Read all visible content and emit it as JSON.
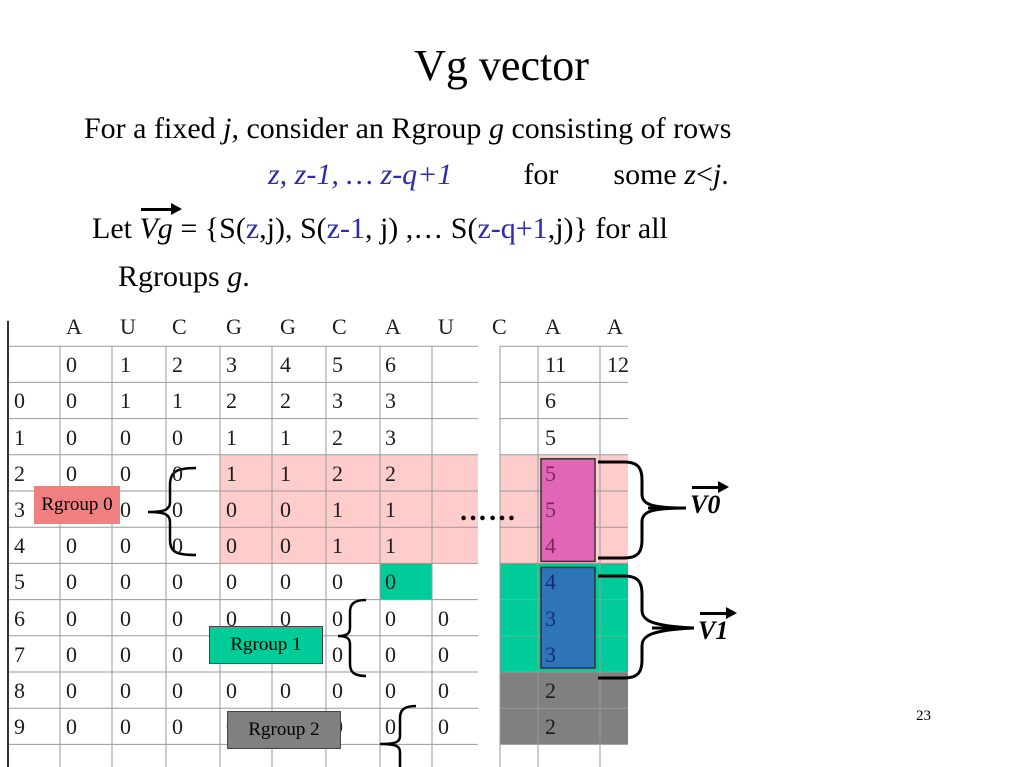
{
  "slide": {
    "title": "Vg vector",
    "line1": {
      "a": "For a fixed ",
      "j": "j,",
      "b": " consider an Rgroup ",
      "g": "g",
      "c": " consisting of rows"
    },
    "line2": {
      "rows": "z,   z-1, … z-q+1",
      "for": "for",
      "some": "some ",
      "z": "z",
      "lt": "<",
      "j": "j",
      "dot": "."
    },
    "line3": {
      "let": "Let ",
      "vg": "Vg",
      "eq": " = {S(",
      "z1": "z",
      "p1": ",j), S(",
      "z2": "z-1",
      "p2": ", j) ,… S(",
      "z3": "z-q+1",
      "p3": ",j)} for all"
    },
    "line4": {
      "a": "Rgroups ",
      "g": "g",
      "b": "."
    },
    "page_number": "23",
    "dots": "……"
  },
  "table": {
    "col_headers": [
      "A",
      "U",
      "C",
      "G",
      "G",
      "C",
      "A",
      "U",
      "C",
      "A",
      "A"
    ],
    "index_row": [
      "0",
      "1",
      "2",
      "3",
      "4",
      "5",
      "6",
      "11",
      "12"
    ],
    "row_labels": [
      "0",
      "1",
      "2",
      "3",
      "4",
      "5",
      "6",
      "7",
      "8",
      "9"
    ],
    "rows": [
      [
        "0",
        "1",
        "1",
        "2",
        "2",
        "3",
        "3",
        "6"
      ],
      [
        "0",
        "0",
        "0",
        "1",
        "1",
        "2",
        "3",
        "5"
      ],
      [
        "0",
        "0",
        "0",
        "1",
        "1",
        "2",
        "2",
        "5"
      ],
      [
        "0",
        "0",
        "0",
        "0",
        "0",
        "1",
        "1",
        "5"
      ],
      [
        "0",
        "0",
        "0",
        "0",
        "0",
        "1",
        "1",
        "4"
      ],
      [
        "0",
        "0",
        "0",
        "0",
        "0",
        "0",
        "0",
        "4"
      ],
      [
        "0",
        "0",
        "0",
        "0",
        "0",
        "0",
        "0",
        "0",
        "3"
      ],
      [
        "0",
        "0",
        "0",
        "0",
        "0",
        "0",
        "0",
        "0",
        "3"
      ],
      [
        "0",
        "0",
        "0",
        "0",
        "0",
        "0",
        "0",
        "0",
        "2"
      ],
      [
        "0",
        "0",
        "0",
        "0",
        "0",
        "0",
        "0",
        "0",
        "2"
      ]
    ]
  },
  "labels": {
    "rgroup0": "Rgroup 0",
    "rgroup1": "Rgroup 1",
    "rgroup2": "Rgroup 2",
    "v0": "V0",
    "v1": "V1"
  },
  "colors": {
    "pink": "#ffcccc",
    "green": "#00cc99",
    "gray": "#808080",
    "magenta": "#e266b8",
    "blue": "#2e75b6",
    "rgroup0_bg": "#f08080",
    "text_blue": "#2b2bb5"
  }
}
